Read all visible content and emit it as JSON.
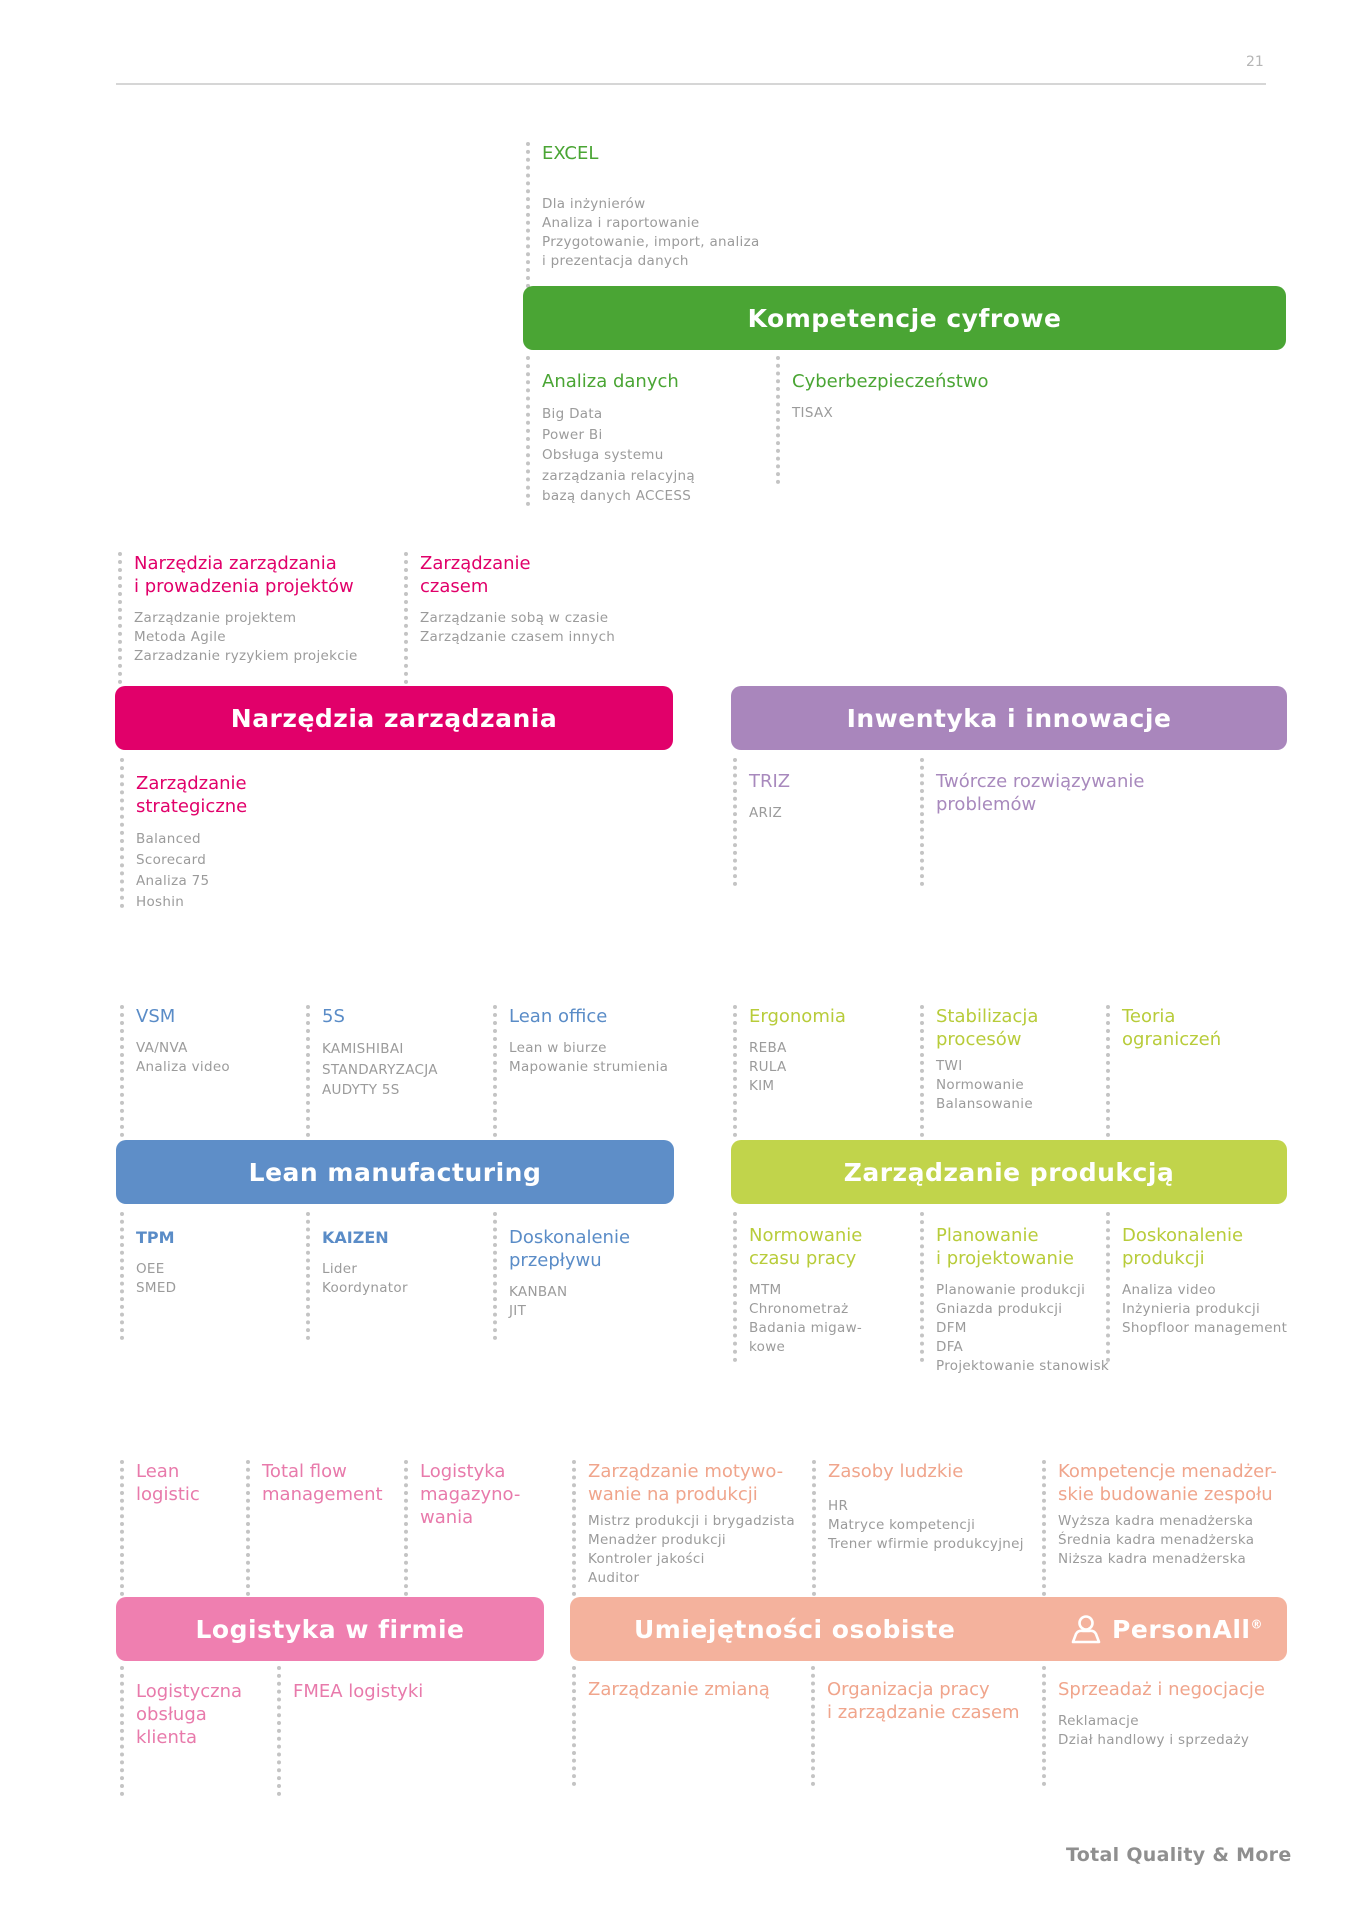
{
  "page_number": "21",
  "footer": "Total Quality & More",
  "colors": {
    "green": "#4aa534",
    "pink": "#e1006a",
    "purple": "#a889bd",
    "blue": "#5a8cc7",
    "lime": "#c1d44b",
    "rose": "#ef7fb0",
    "peach": "#f4b29d"
  },
  "digital": {
    "title": "Kompetencje cyfrowe",
    "excel": {
      "title": "EXCEL",
      "items": [
        "Dla inżynierów",
        "Analiza i raportowanie",
        "Przygotowanie, import, analiza",
        "i prezentacja danych"
      ]
    },
    "data_analysis": {
      "title": "Analiza danych",
      "items": [
        "Big Data",
        "Power Bi",
        "Obsługa systemu",
        "zarządzania relacyjną",
        "bazą danych ACCESS"
      ]
    },
    "cyber": {
      "title": "Cyberbezpieczeństwo",
      "items": [
        "TISAX"
      ]
    }
  },
  "management": {
    "title": "Narzędzia zarządzania",
    "tools": {
      "title_1": "Narzędzia zarządzania",
      "title_2": "i prowadzenia projektów",
      "items": [
        "Zarządzanie projektem",
        "Metoda Agile",
        "Zarzadzanie ryzykiem  projekcie"
      ]
    },
    "time": {
      "title_1": "Zarządzanie",
      "title_2": "czasem",
      "items": [
        "Zarządzanie sobą w czasie",
        "Zarządzanie czasem innych"
      ]
    },
    "strategic": {
      "title_1": "Zarządzanie",
      "title_2": "strategiczne",
      "items": [
        "Balanced",
        "Scorecard",
        "Analiza 75",
        "Hoshin"
      ]
    }
  },
  "inventics": {
    "title": "Inwentyka i innowacje",
    "triz": {
      "title": "TRIZ",
      "items": [
        "ARIZ"
      ]
    },
    "creative": {
      "title_1": "Twórcze rozwiązywanie",
      "title_2": "problemów"
    }
  },
  "lean": {
    "title": "Lean manufacturing",
    "vsm": {
      "title": "VSM",
      "items": [
        "VA/NVA",
        "Analiza video"
      ]
    },
    "s5": {
      "title": "5S",
      "items": [
        "KAMISHIBAI",
        "STANDARYZACJA",
        "AUDYTY 5S"
      ]
    },
    "office": {
      "title": "Lean office",
      "items": [
        "Lean w biurze",
        "Mapowanie strumienia"
      ]
    },
    "tpm": {
      "title": "TPM",
      "items": [
        "OEE",
        "SMED"
      ]
    },
    "kaizen": {
      "title": "KAIZEN",
      "items": [
        "Lider",
        "Koordynator"
      ]
    },
    "flow": {
      "title_1": "Doskonalenie",
      "title_2": "przepływu",
      "items": [
        "KANBAN",
        "JIT"
      ]
    }
  },
  "production": {
    "title": "Zarządzanie produkcją",
    "ergonomics": {
      "title": "Ergonomia",
      "items": [
        "REBA",
        "RULA",
        "KIM"
      ]
    },
    "stabilization": {
      "title_1": "Stabilizacja",
      "title_2": "procesów",
      "items": [
        "TWI",
        "Normowanie",
        "Balansowanie"
      ]
    },
    "toc": {
      "title_1": "Teoria",
      "title_2": "ograniczeń"
    },
    "norming": {
      "title_1": "Normowanie",
      "title_2": "czasu pracy",
      "items": [
        "MTM",
        "Chronometraż",
        "Badania migaw-",
        "kowe"
      ]
    },
    "planning": {
      "title_1": "Planowanie",
      "title_2": "i projektowanie",
      "items": [
        "Planowanie produkcji",
        "Gniazda produkcji",
        "DFM",
        "DFA",
        "Projektowanie stanowisk"
      ]
    },
    "improvement": {
      "title_1": "Doskonalenie",
      "title_2": "produkcji",
      "items": [
        "Analiza video",
        "Inżynieria produkcji",
        "Shopfloor management"
      ]
    }
  },
  "logistics": {
    "title": "Logistyka w firmie",
    "lean_logistic": {
      "title_1": "Lean",
      "title_2": "logistic"
    },
    "total_flow": {
      "title_1": "Total flow",
      "title_2": "management"
    },
    "warehouse": {
      "title_1": "Logistyka",
      "title_2": "magazyno-",
      "title_3": "wania"
    },
    "customer": {
      "title_1": "Logistyczna",
      "title_2": "obsługa",
      "title_3": "klienta"
    },
    "fmea": {
      "title": "FMEA logistyki"
    }
  },
  "personal": {
    "title": "Umiejętności osobiste",
    "brand": "PersonAll",
    "brand_mark": "®",
    "motivation": {
      "title_1": "Zarządzanie  motywo-",
      "title_2": "wanie na produkcji",
      "items": [
        "Mistrz produkcji i brygadzista",
        "Menadżer produkcji",
        "Kontroler jakości",
        "Auditor"
      ]
    },
    "hr": {
      "title": "Zasoby ludzkie",
      "items": [
        "HR",
        "Matryce kompetencji",
        "Trener wfirmie produkcyjnej"
      ]
    },
    "managerial": {
      "title_1": "Kompetencje menadżer-",
      "title_2": "skie budowanie zespołu",
      "items": [
        "Wyższa kadra menadżerska",
        "Średnia kadra menadżerska",
        "Niższa kadra menadżerska"
      ]
    },
    "change": {
      "title": "Zarządzanie zmianą"
    },
    "organization": {
      "title_1": "Organizacja pracy",
      "title_2": "i zarządzanie czasem"
    },
    "sales": {
      "title": "Sprzeadaż i negocjacje",
      "items": [
        "Reklamacje",
        "Dział handlowy i sprzedaży"
      ]
    }
  }
}
